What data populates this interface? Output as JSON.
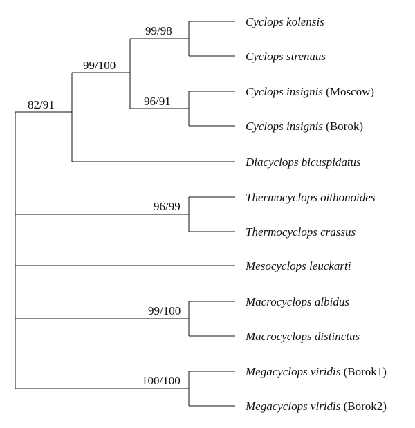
{
  "tree": {
    "leaves": [
      {
        "id": "kolensis",
        "name": "Cyclops kolensis",
        "suffix": ""
      },
      {
        "id": "strenuus",
        "name": "Cyclops strenuus",
        "suffix": ""
      },
      {
        "id": "insignis-moscow",
        "name": "Cyclops insignis",
        "suffix": " (Moscow)"
      },
      {
        "id": "insignis-borok",
        "name": "Cyclops insignis",
        "suffix": " (Borok)"
      },
      {
        "id": "bicuspidatus",
        "name": "Diacyclops bicuspidatus",
        "suffix": ""
      },
      {
        "id": "oithonoides",
        "name": "Thermocyclops oithonoides",
        "suffix": ""
      },
      {
        "id": "crassus",
        "name": "Thermocyclops crassus",
        "suffix": ""
      },
      {
        "id": "leuckarti",
        "name": "Mesocyclops leuckarti",
        "suffix": ""
      },
      {
        "id": "albidus",
        "name": "Macrocyclops albidus",
        "suffix": ""
      },
      {
        "id": "distinctus",
        "name": "Macrocyclops distinctus",
        "suffix": ""
      },
      {
        "id": "viridis-borok1",
        "name": "Megacyclops viridis",
        "suffix": " (Borok1)"
      },
      {
        "id": "viridis-borok2",
        "name": "Megacyclops viridis",
        "suffix": " (Borok2)"
      }
    ],
    "clades": {
      "kolensis_strenuus": "99/98",
      "insignis_pair": "96/91",
      "cyclops_genus": "99/100",
      "cyclops_diacyclops": "82/91",
      "thermocyclops": "96/99",
      "macrocyclops": "99/100",
      "megacyclops": "100/100"
    }
  }
}
